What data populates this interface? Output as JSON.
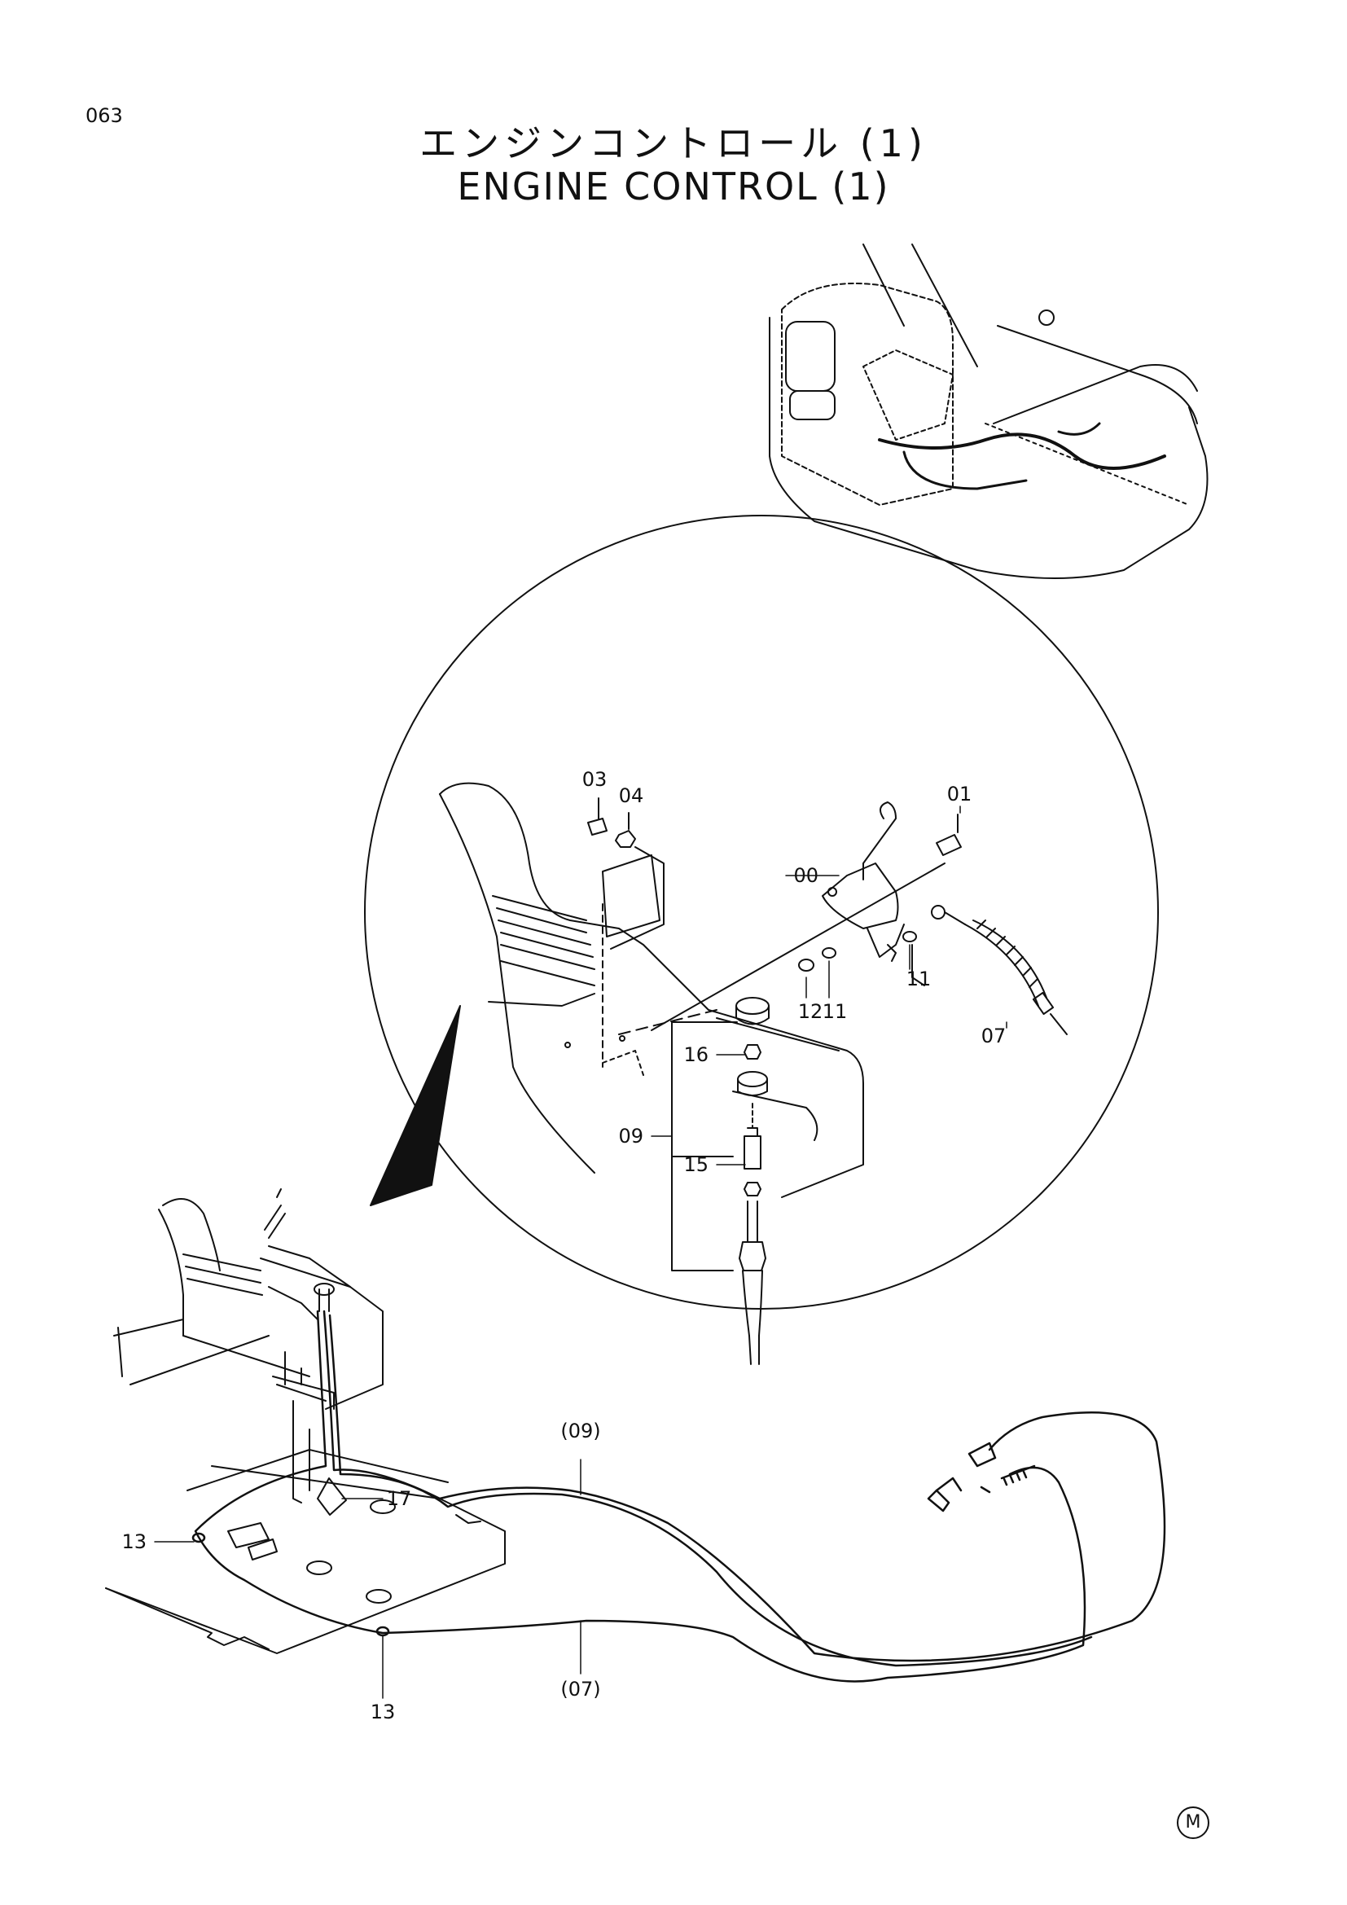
{
  "page_number": "063",
  "title_jp": "エンジンコントロール (1)",
  "title_en": "ENGINE  CONTROL (1)",
  "corner_mark": "M",
  "callouts": {
    "c00": "00",
    "c01": "01",
    "c03": "03",
    "c04": "04",
    "c07": "07",
    "c09": "09",
    "c11a": "11",
    "c11b": "11",
    "c12": "12",
    "c13a": "13",
    "c13b": "13",
    "c15": "15",
    "c16": "16",
    "c17": "17",
    "c09p": "(09)",
    "c07p": "(07)"
  }
}
